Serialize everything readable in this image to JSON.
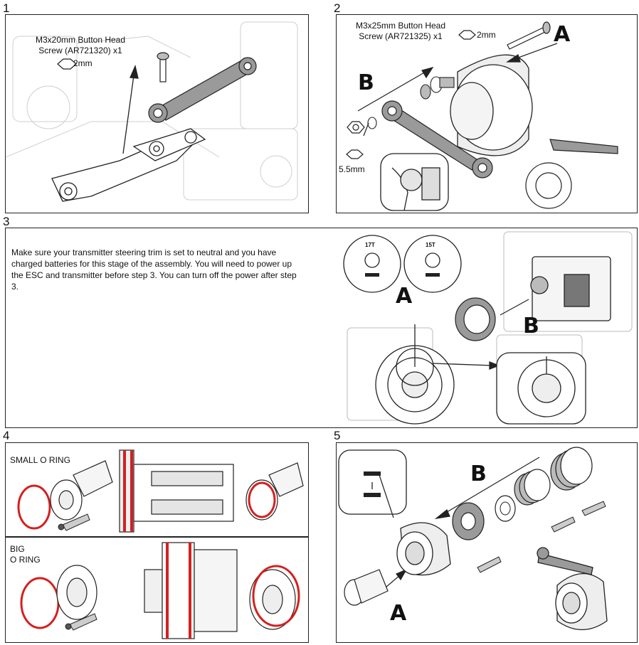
{
  "steps": [
    {
      "number": "1",
      "screw": "M3x20mm Button Head",
      "screw_part": "Screw (AR721320) x1",
      "tool": "2mm"
    },
    {
      "number": "2",
      "screw": "M3x25mm Button Head",
      "screw_part": "Screw (AR721325) x1",
      "tool": "2mm",
      "nut_tool": "5.5mm",
      "label_a": "A",
      "label_b": "B"
    },
    {
      "number": "3",
      "note": "Make sure your transmitter steering trim is set to neutral and you have charged batteries for this stage of the assembly. You will need to power up the ESC and transmitter before step 3. You can turn off the power after step 3.",
      "gear_a": "17T",
      "gear_b": "15T",
      "label_a": "A",
      "label_b": "B"
    },
    {
      "number": "4",
      "small_oring": "SMALL O RING",
      "big_oring_1": "BIG",
      "big_oring_2": "O RING"
    },
    {
      "number": "5",
      "label_a": "A",
      "label_b": "B"
    }
  ],
  "colors": {
    "oring": "#d42020",
    "line": "#222222",
    "part_fill": "#9a9a9a",
    "bg_sketch": "#cfcfcf"
  },
  "icons": [
    "hex-key-icon",
    "brand-logo-icon",
    "screw-icon",
    "nut-icon",
    "grease-tube-icon"
  ]
}
